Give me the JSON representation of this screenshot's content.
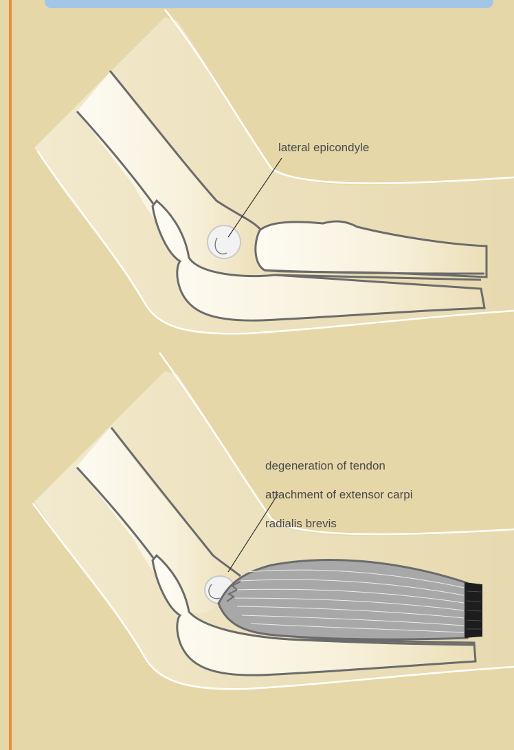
{
  "labels": {
    "top": "lateral epicondyle",
    "bottom_lines": [
      "degeneration of tendon",
      "attachment of extensor carpi",
      "radialis brevis"
    ]
  },
  "colors": {
    "background": "#e6d7a9",
    "accent_stripe": "#ee8a3a",
    "banner": "#a4c6e6",
    "skin_light": "#efe3c1",
    "bone": "#fbf8ee",
    "outline": "#6b6b6b",
    "muscle": "#a6a6a6",
    "tendon": "#1a1a1a"
  }
}
